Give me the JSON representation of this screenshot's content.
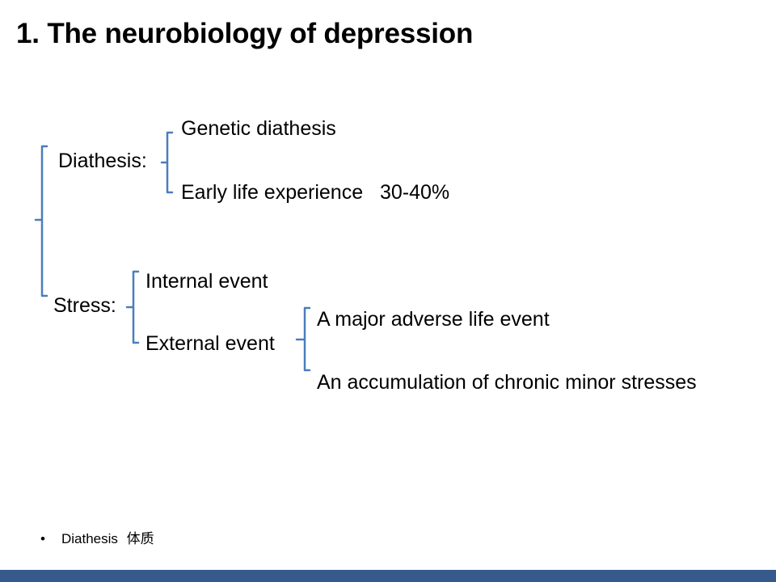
{
  "slide": {
    "title": "1. The neurobiology of depression"
  },
  "tree": {
    "diathesis": {
      "label": "Diathesis:",
      "children": [
        "Genetic diathesis",
        "Early life experience   30-40%"
      ]
    },
    "stress": {
      "label": "Stress:",
      "children": [
        "Internal event",
        "External event"
      ]
    },
    "external_event": {
      "children": [
        "A major adverse life event",
        "An accumulation of chronic minor stresses"
      ]
    }
  },
  "footnote": {
    "bullet": "•",
    "term": "Diathesis",
    "translation": "体质"
  },
  "colors": {
    "bracket": "#4a7ebb",
    "bottom_bar": "#375a8c",
    "text": "#000000"
  }
}
